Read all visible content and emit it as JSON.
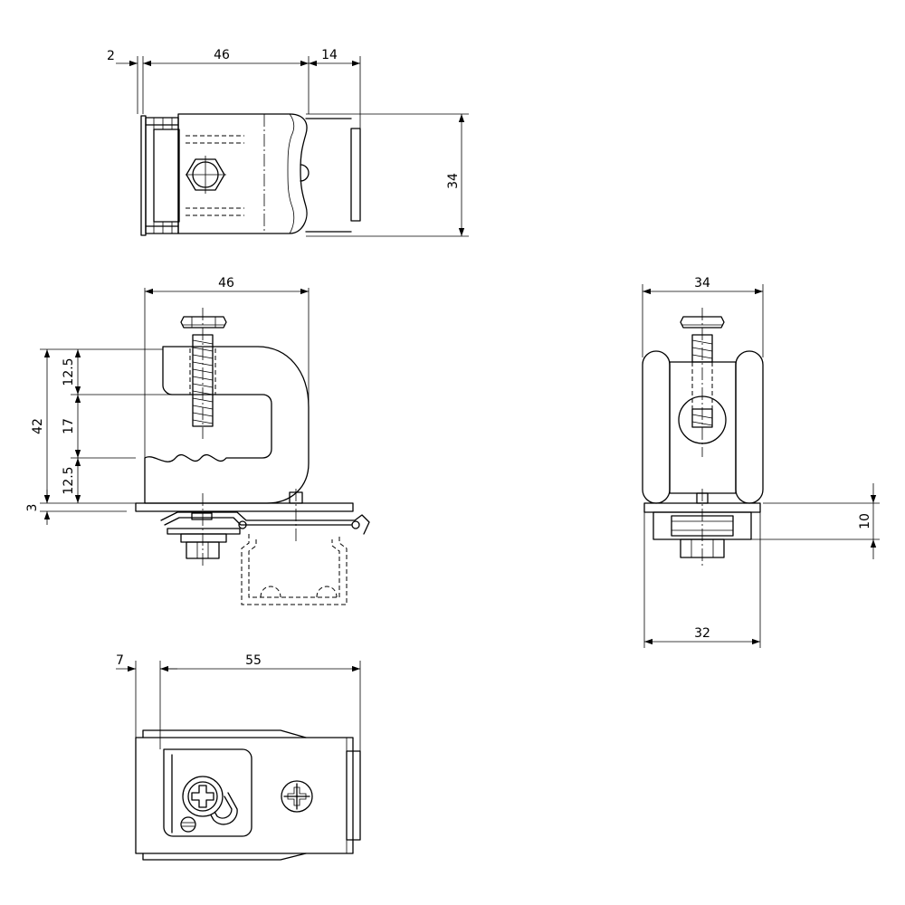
{
  "dimensions": {
    "top_view": {
      "left_gap": "2",
      "width": "46",
      "right_ext": "14",
      "depth": "34"
    },
    "front_view": {
      "width": "46",
      "total_height": "42",
      "upper": "12.5",
      "middle": "17",
      "lower": "12.5",
      "base_thickness": "3"
    },
    "side_view": {
      "top_width": "34",
      "bottom_width": "32",
      "height": "10"
    },
    "bottom_view": {
      "offset": "7",
      "width": "55"
    }
  }
}
